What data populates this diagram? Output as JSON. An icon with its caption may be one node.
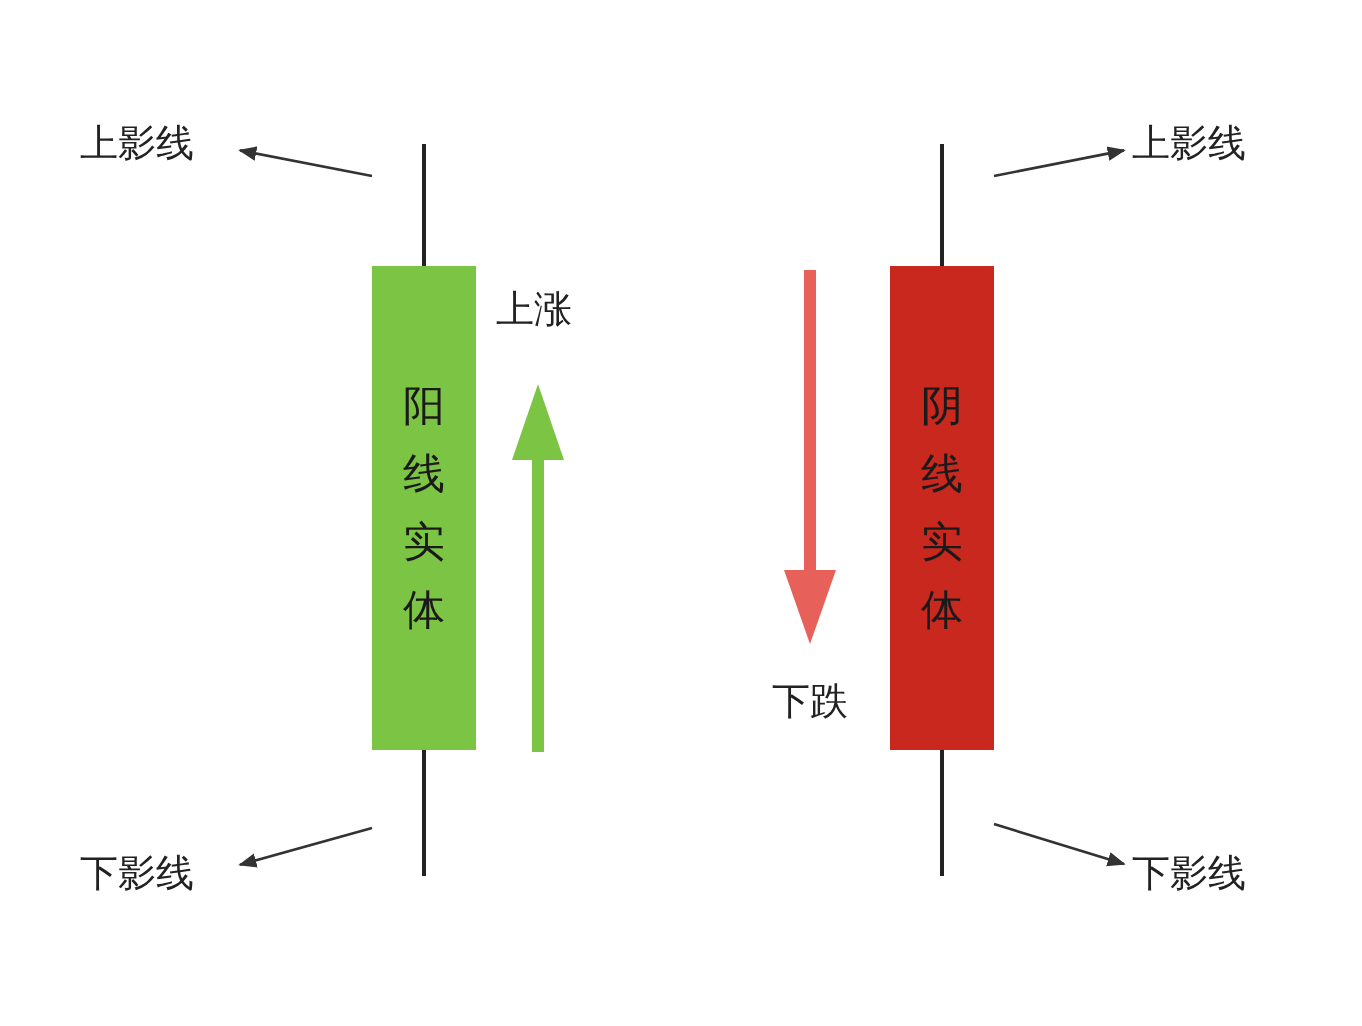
{
  "diagram": {
    "nodes": [
      {
        "text": [
          "上影线"
        ]
      },
      {
        "text": [
          "上影线"
        ]
      },
      {
        "text": [
          "阳线实体"
        ]
      },
      {
        "text": [
          "阴线实体"
        ]
      },
      {
        "text": [
          "下影线"
        ]
      },
      {
        "text": [
          "下影线"
        ]
      }
    ],
    "edges": [
      {
        "from": null,
        "to": 0,
        "arrow": "to"
      },
      {
        "from": null,
        "to": 1,
        "arrow": "to"
      },
      {
        "from": null,
        "to": 4,
        "arrow": "to"
      },
      {
        "from": null,
        "to": 5,
        "arrow": "to"
      }
    ],
    "labels": [
      "上涨",
      "下跌"
    ]
  }
}
